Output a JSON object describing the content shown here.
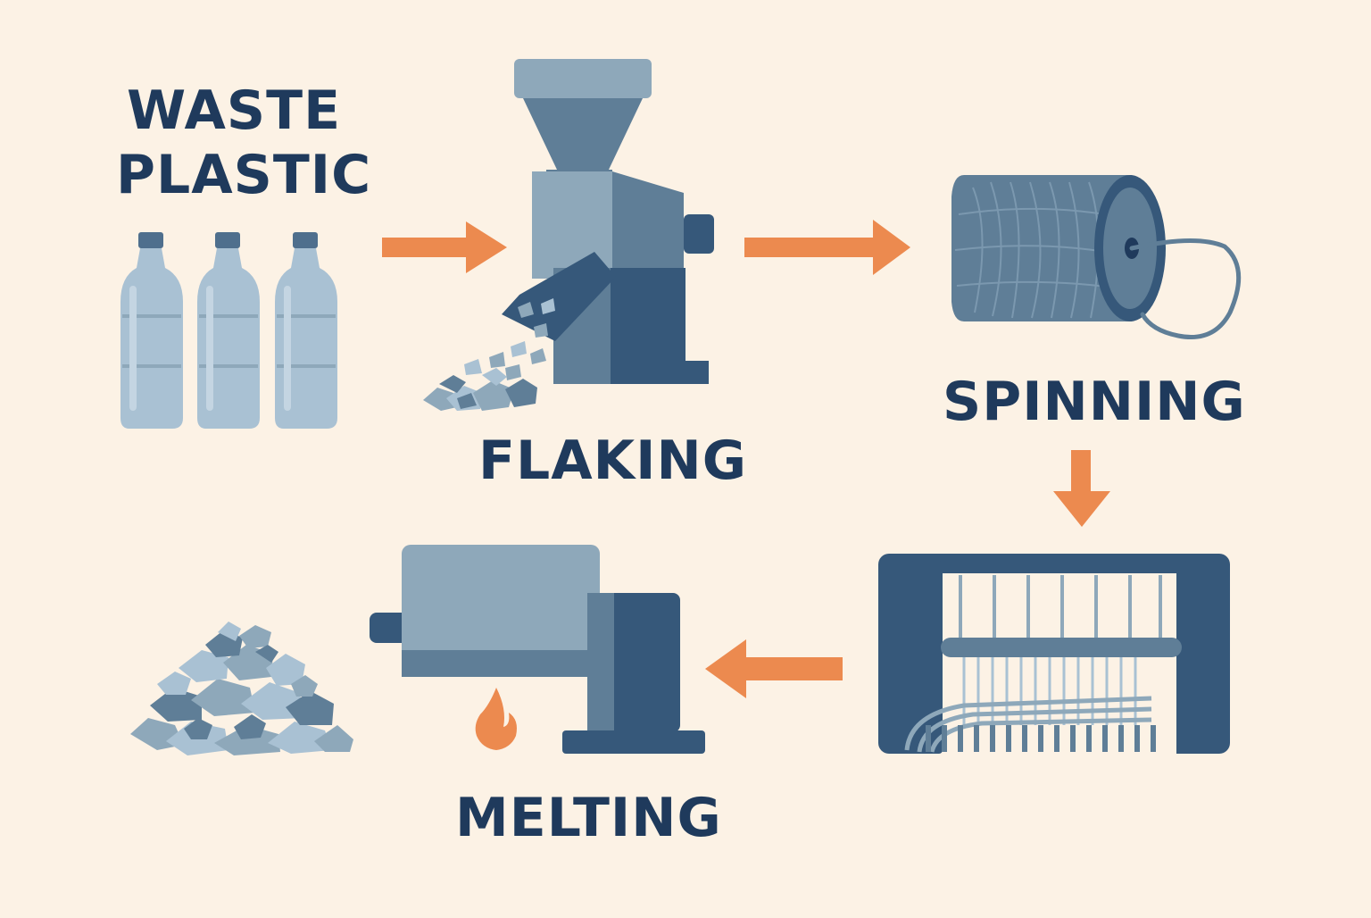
{
  "labels": {
    "waste_line1": "WASTE",
    "waste_line2": "PLASTIC",
    "flaking": "FLAKING",
    "spinning": "SPINNING",
    "melting": "MELTING"
  },
  "colors": {
    "background": "#fcf2e5",
    "text": "#1f3a5c",
    "arrow": "#ec8a4f",
    "machine_light": "#8ea8ba",
    "machine_mid": "#5f7e97",
    "machine_dark": "#36587a",
    "bottle": "#a9c1d3",
    "flame": "#ec8a4f"
  },
  "icons": [
    "bottle-icon",
    "shredder-machine-icon",
    "yarn-spool-icon",
    "loom-icon",
    "extruder-machine-icon",
    "flame-icon",
    "flake-pile-icon",
    "arrow-right-icon",
    "arrow-down-icon",
    "arrow-left-icon"
  ]
}
